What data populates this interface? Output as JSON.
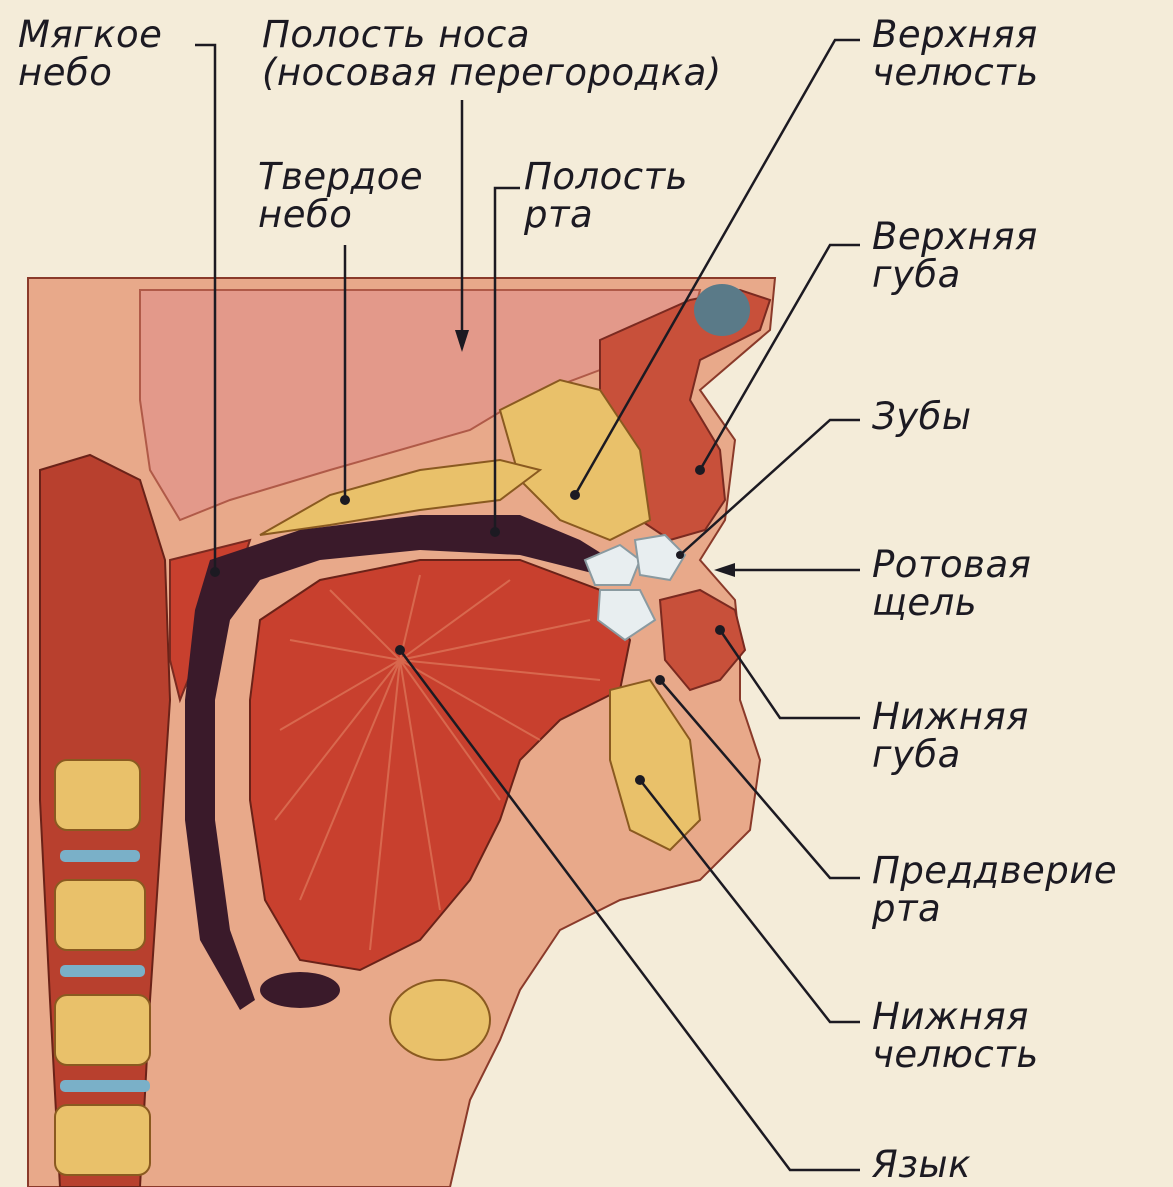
{
  "diagram": {
    "colors": {
      "background": "#f4ecd9",
      "muscle": "#c8402e",
      "muscle_light": "#e07a5c",
      "tissue": "#e8a98a",
      "bone": "#e9c16a",
      "cavity": "#3a1a2a",
      "teeth": "#e8eef0",
      "line": "#1c1a22"
    },
    "labels": {
      "soft_palate": [
        "Мягкое",
        "небо"
      ],
      "nasal_cavity": [
        "Полость  носа",
        "(носовая  перегородка)"
      ],
      "hard_palate": [
        "Твердое",
        "небо"
      ],
      "oral_cavity": [
        "Полость",
        "рта"
      ],
      "upper_jaw": [
        "Верхняя",
        "челюсть"
      ],
      "upper_lip": [
        "Верхняя",
        "губа"
      ],
      "teeth": [
        "Зубы"
      ],
      "oral_fissure": [
        "Ротовая",
        "щель"
      ],
      "lower_lip": [
        "Нижняя",
        "губа"
      ],
      "vestibule": [
        "Преддверие",
        "рта"
      ],
      "lower_jaw": [
        "Нижняя",
        "челюсть"
      ],
      "tongue": [
        "Язык"
      ]
    }
  }
}
